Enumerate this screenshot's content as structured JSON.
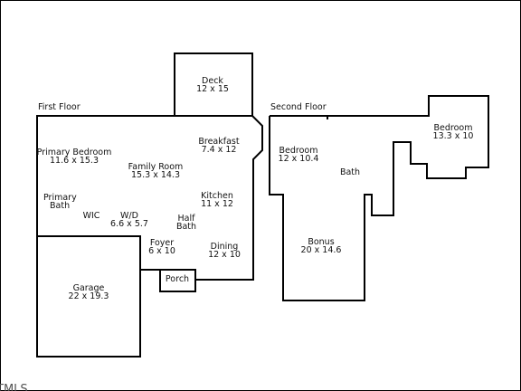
{
  "floors": {
    "first": {
      "label": "First Floor"
    },
    "second": {
      "label": "Second Floor"
    }
  },
  "rooms": {
    "deck": {
      "name": "Deck",
      "dims": "12 x 15"
    },
    "breakfast": {
      "name": "Breakfast",
      "dims": "7.4 x 12"
    },
    "primary_bedroom": {
      "name": "Primary Bedroom",
      "dims": "11.6 x 15.3"
    },
    "family_room": {
      "name": "Family Room",
      "dims": "15.3 x 14.3"
    },
    "primary_bath": {
      "name_line1": "Primary",
      "name_line2": "Bath"
    },
    "kitchen": {
      "name": "Kitchen",
      "dims": "11 x 12"
    },
    "wic": {
      "name": "WIC"
    },
    "wd": {
      "name": "W/D",
      "dims": "6.6 x 5.7"
    },
    "half_bath": {
      "name_line1": "Half",
      "name_line2": "Bath"
    },
    "foyer": {
      "name": "Foyer",
      "dims": "6 x 10"
    },
    "dining": {
      "name": "Dining",
      "dims": "12 x 10"
    },
    "porch": {
      "name": "Porch"
    },
    "garage": {
      "name": "Garage",
      "dims": "22 x 19.3"
    },
    "bedroom_2a": {
      "name": "Bedroom",
      "dims": "12 x 10.4"
    },
    "bedroom_2b": {
      "name": "Bedroom",
      "dims": "13.3 x 10"
    },
    "bath_2": {
      "name": "Bath"
    },
    "bonus": {
      "name": "Bonus",
      "dims": "20 x 14.6"
    }
  },
  "watermark": "TMLS"
}
